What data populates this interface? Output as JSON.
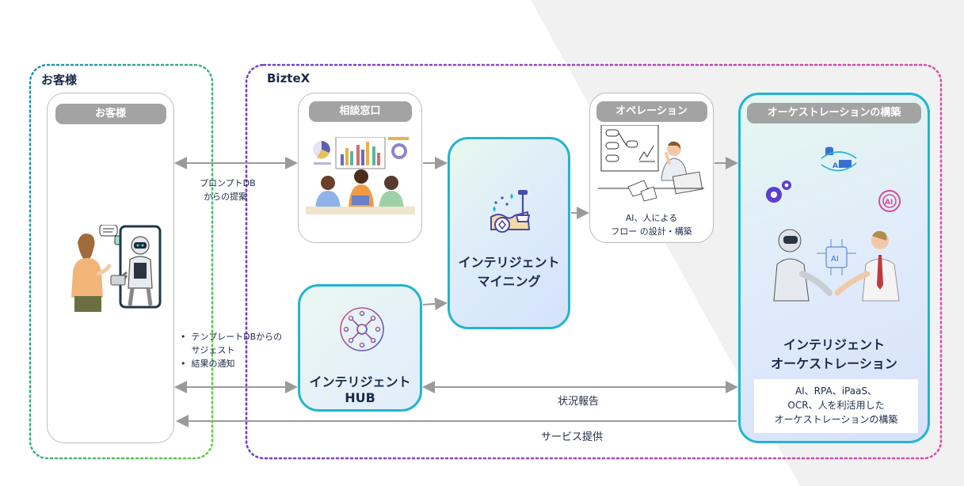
{
  "regions": {
    "customer_label": "お客様",
    "biztex_label": "BizteX"
  },
  "customer_card": {
    "title": "お客様"
  },
  "consult_card": {
    "title": "相談窓口"
  },
  "operation_card": {
    "title": "オペレーション",
    "caption_line1": "AI、人による",
    "caption_line2": "フロー の設計・構築"
  },
  "mining_card": {
    "title_line1": "インテリジェント",
    "title_line2": "マイニング"
  },
  "hub_card": {
    "title_line1": "インテリジェント",
    "title_line2": "HUB"
  },
  "orchestration_card": {
    "header": "オーケストレーションの構築",
    "title_line1": "インテリジェント",
    "title_line2": "オーケストレーション",
    "desc_line1": "AI、RPA、iPaaS、",
    "desc_line2": "OCR、人を利活用した",
    "desc_line3": "オーケストレーションの構築",
    "api_label": "API",
    "ai_label": "AI"
  },
  "flow_labels": {
    "prompt_line1": "プロンプトDB",
    "prompt_line2": "からの提案",
    "template_item1_line1": "テンプレートDBからの",
    "template_item1_line2": "サジェスト",
    "template_item2": "結果の通知",
    "status_report": "状況報告",
    "service_provision": "サービス提供"
  },
  "colors": {
    "teal": "#21b5d0",
    "grey_pill": "#a3a3a3",
    "navy": "#1b2a4a",
    "arrow": "#9a9a9a"
  }
}
